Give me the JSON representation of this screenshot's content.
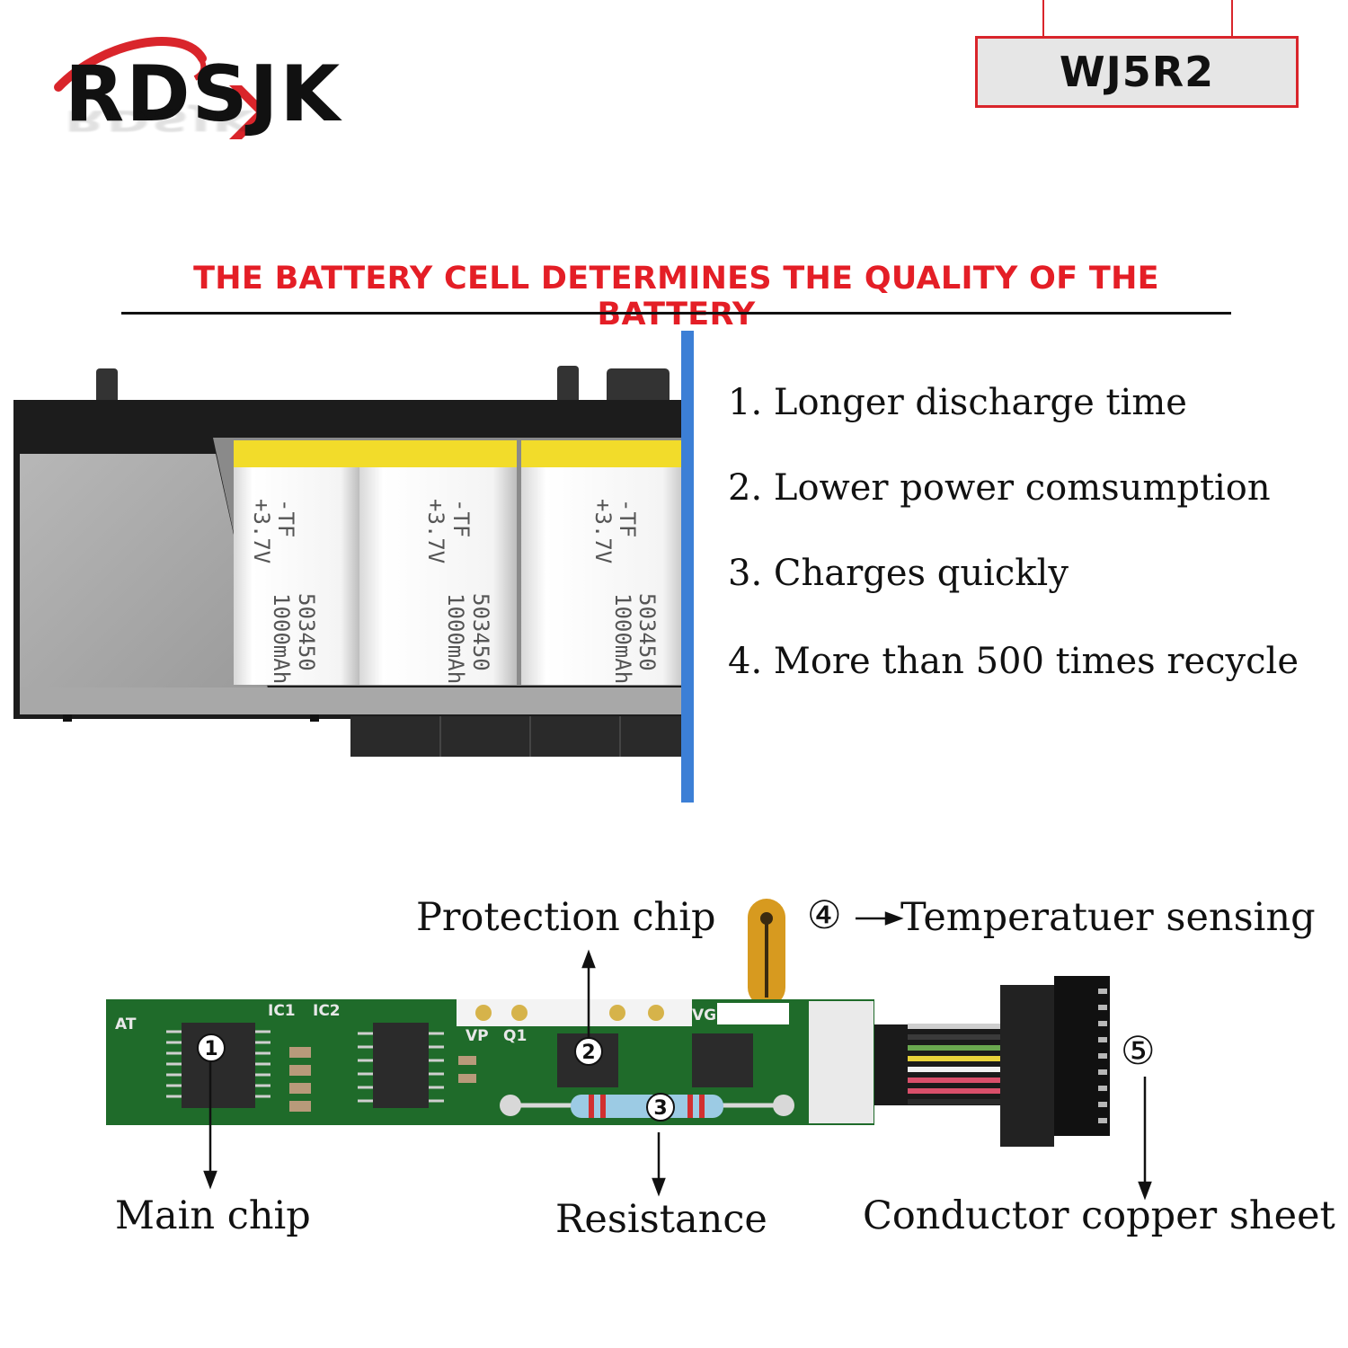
{
  "brand": {
    "name": "RDSJK"
  },
  "model": {
    "code": "WJ5R2"
  },
  "headline": "THE BATTERY CELL DETERMINES THE QUALITY OF THE BATTERY",
  "features": [
    "1. Longer discharge time",
    "2. Lower power comsumption",
    "3. Charges quickly",
    "4. More than 500 times recycle"
  ],
  "cell_print": {
    "line1": "-TF",
    "line2": "+3.7V",
    "line3": "503450",
    "line4": "1000mAh"
  },
  "pcb": {
    "silkscreen": {
      "at": "AT",
      "ic1": "IC1",
      "ic2": "IC2",
      "vp": "VP",
      "q1": "Q1",
      "vg": "VG"
    },
    "markers": [
      "1",
      "2",
      "3",
      "④",
      "⑤"
    ],
    "labels": {
      "protection_chip": "Protection chip",
      "temperature_sensing": "Temperatuer sensing",
      "main_chip": "Main chip",
      "resistance": "Resistance",
      "conductor_copper_sheet": "Conductor copper sheet"
    }
  },
  "colors": {
    "accent_red": "#e41e26",
    "pcb_green": "#1f6b2a",
    "cell_yellow": "#f2dc2a",
    "divider_blue": "#3c7fd6"
  }
}
